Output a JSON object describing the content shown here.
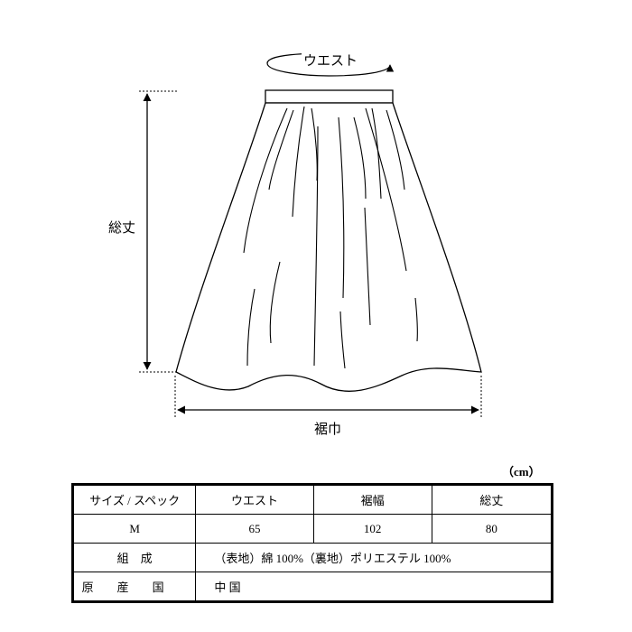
{
  "diagram": {
    "waist_label": "ウエスト",
    "length_label": "総丈",
    "hem_label": "裾巾"
  },
  "unit": "（cm）",
  "table": {
    "header": [
      "サイズ / スペック",
      "ウエスト",
      "裾幅",
      "総丈"
    ],
    "size_row": [
      "M",
      "65",
      "102",
      "80"
    ],
    "material_label": "組　成",
    "material_value": "（表地）綿 100%（裏地）ポリエステル 100%",
    "origin_label": "原産国",
    "origin_value": "中 国"
  }
}
